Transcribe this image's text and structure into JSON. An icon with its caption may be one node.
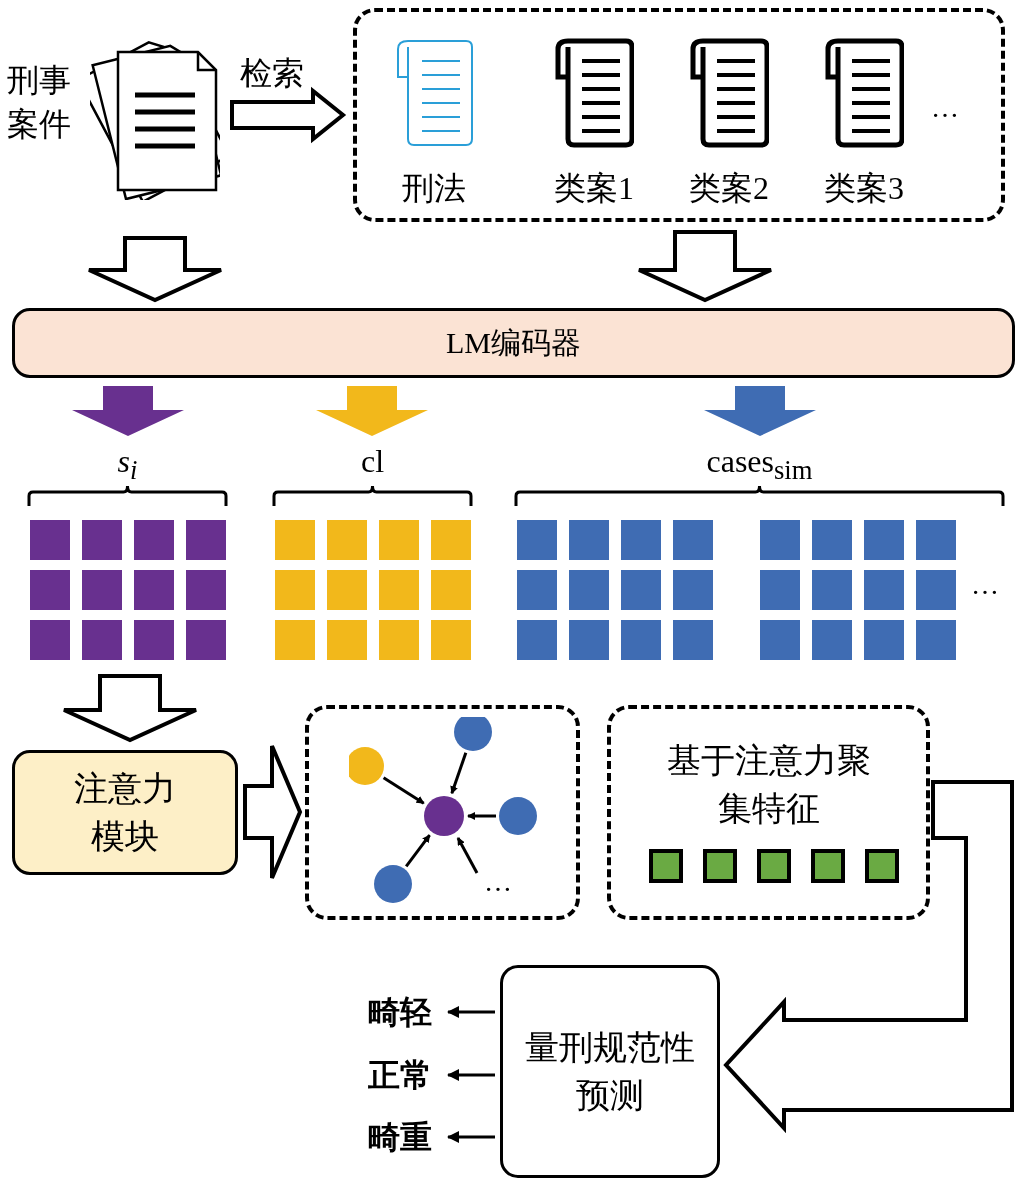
{
  "diagram": {
    "nodes": [
      {
        "text": [],
        "shape": "picture",
        "beside": [
          "刑事案件"
        ]
      },
      {
        "text": [],
        "shape": "box"
      },
      {
        "text": [
          "刑法"
        ],
        "in": 1
      },
      {
        "text": [
          "类案1"
        ],
        "in": 1
      },
      {
        "text": [
          "类案2"
        ],
        "in": 1
      },
      {
        "text": [
          "类案3"
        ],
        "in": 1
      },
      {
        "text": [
          "LM编码器"
        ]
      },
      {
        "text": [
          "s$_{i}$"
        ]
      },
      {
        "text": [
          "cl"
        ]
      },
      {
        "text": [
          "cases$_{sim}$"
        ]
      },
      {
        "text": [
          "注意力模块"
        ]
      },
      {
        "text": [],
        "shape": "box"
      },
      {
        "text": [
          "基于注意力聚集特征"
        ]
      },
      {
        "text": [
          "量刑规范性预测"
        ]
      },
      {
        "text": [
          "畸轻"
        ]
      },
      {
        "text": [
          "正常"
        ]
      },
      {
        "text": [
          "畸重"
        ]
      }
    ],
    "edges": [
      {
        "from": 0,
        "to": 1,
        "arrow": "to",
        "label": "检索",
        "style": "thick"
      },
      {
        "from": 0,
        "to": 6,
        "arrow": "to",
        "style": "thick"
      },
      {
        "from": 1,
        "to": 6,
        "arrow": "to",
        "style": "thick"
      },
      {
        "from": 6,
        "to": 7,
        "arrow": "to",
        "style": "thick",
        "color": "#68308f"
      },
      {
        "from": 6,
        "to": 8,
        "arrow": "to",
        "style": "thick",
        "color": "#f2b81b"
      },
      {
        "from": 6,
        "to": 9,
        "arrow": "to",
        "style": "thick",
        "color": "#3f6cb3"
      },
      {
        "from": 7,
        "to": 10,
        "arrow": "to",
        "style": "thick"
      },
      {
        "from": 10,
        "to": 11,
        "arrow": "to",
        "style": "thick"
      },
      {
        "from": 12,
        "to": 13,
        "arrow": "to",
        "style": "thick"
      },
      {
        "from": 13,
        "to": 14,
        "arrow": "to"
      },
      {
        "from": 13,
        "to": 15,
        "arrow": "to"
      },
      {
        "from": 13,
        "to": 16,
        "arrow": "to"
      }
    ],
    "labels": [
      "…",
      "…",
      "…"
    ]
  }
}
